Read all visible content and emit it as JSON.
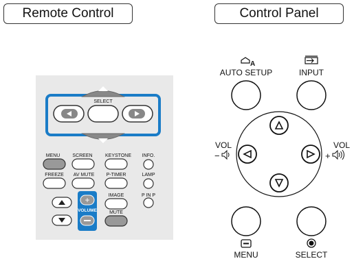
{
  "headers": {
    "remote_control": "Remote Control",
    "control_panel": "Control Panel"
  },
  "remote": {
    "select_label": "SELECT",
    "row1": [
      "MENU",
      "SCREEN",
      "KEYSTONE",
      "INFO."
    ],
    "row2": [
      "FREEZE",
      "AV MUTE",
      "P-TIMER",
      "LAMP"
    ],
    "row3": [
      "IMAGE",
      "P IN P"
    ],
    "volume_label": "VOLUME",
    "mute_label": "MUTE",
    "highlight_color": "#1a7cc7",
    "pressed_button_color": "#999999"
  },
  "panel": {
    "auto_setup_label": "AUTO SETUP",
    "auto_setup_glyph": "A",
    "input_label": "INPUT",
    "vol_minus_text": "VOL",
    "vol_minus_sign": "−",
    "vol_plus_text": "VOL",
    "vol_plus_sign": "+",
    "menu_label": "MENU",
    "select_label": "SELECT"
  }
}
